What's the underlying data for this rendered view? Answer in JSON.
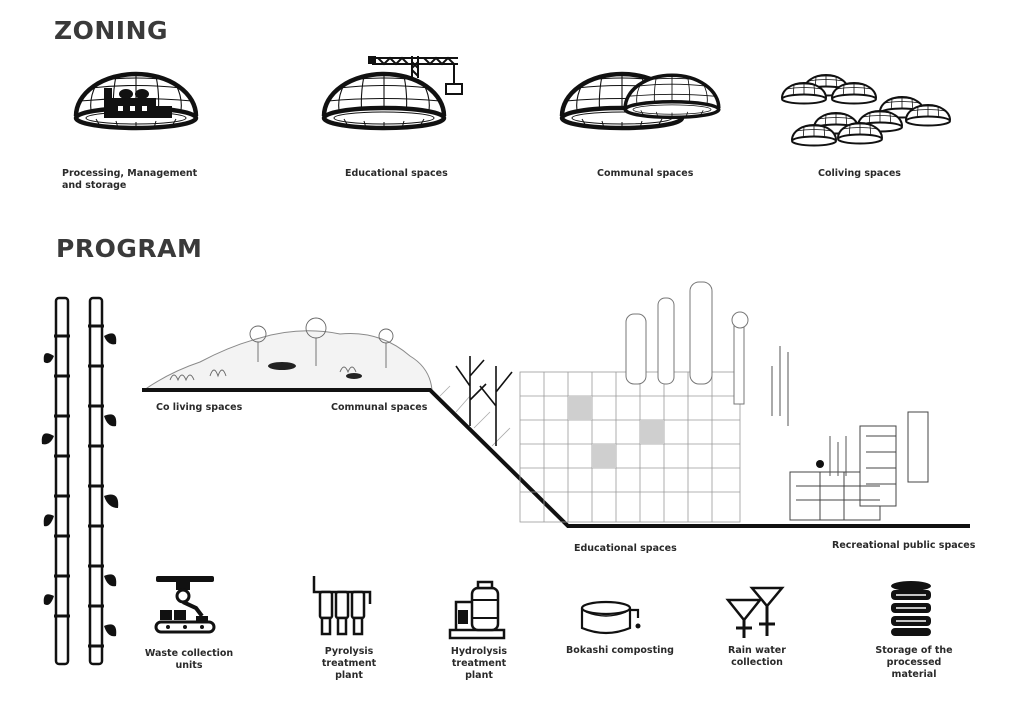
{
  "sections": {
    "zoning_title": "ZONING",
    "program_title": "PROGRAM"
  },
  "zoning": [
    {
      "label": "Processing, Management\nand storage",
      "icon": "factory-dome-icon"
    },
    {
      "label": "Educational spaces",
      "icon": "crane-dome-icon"
    },
    {
      "label": "Communal spaces",
      "icon": "double-dome-icon"
    },
    {
      "label": "Coliving spaces",
      "icon": "dome-cluster-icon"
    }
  ],
  "section_labels": {
    "co_living": "Co living spaces",
    "communal": "Communal spaces",
    "educational": "Educational spaces",
    "recreational": "Recreational public spaces"
  },
  "program": [
    {
      "label": "Waste collection\nunits",
      "icon": "conveyor-robot-icon"
    },
    {
      "label": "Pyrolysis\ntreatment\nplant",
      "icon": "filter-tanks-icon"
    },
    {
      "label": "Hydrolysis\ntreatment\nplant",
      "icon": "hydrolysis-tank-icon"
    },
    {
      "label": "Bokashi composting",
      "icon": "compost-bin-icon"
    },
    {
      "label": "Rain water\ncollection",
      "icon": "rain-funnel-icon"
    },
    {
      "label": "Storage of the\nprocessed\nmaterial",
      "icon": "storage-stack-icon"
    }
  ],
  "colors": {
    "ink": "#111111",
    "heading": "#3a3a3a",
    "sketch": "#8a8a8a"
  }
}
